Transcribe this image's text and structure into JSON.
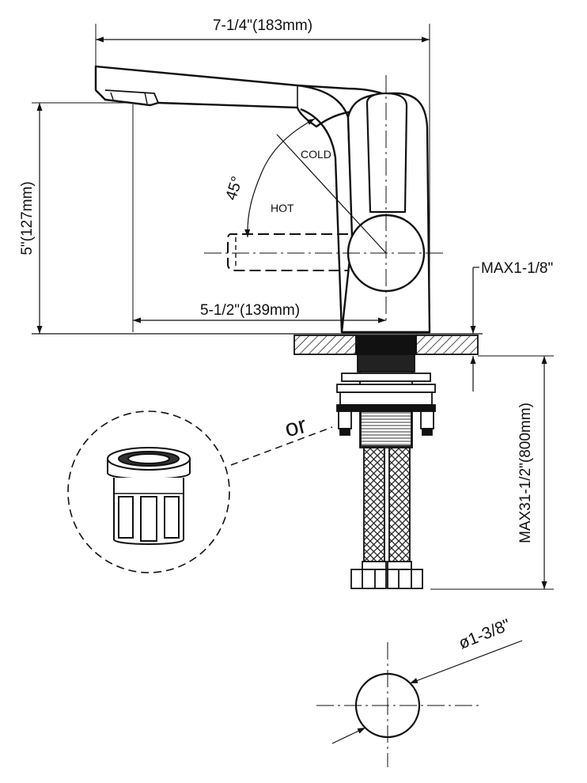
{
  "dimensions": {
    "overall_width": "7-1/4\"(183mm)",
    "height": "5\"(127mm)",
    "reach": "5-1/2\"(139mm)",
    "deck_thickness": "MAX1-1/8\"",
    "hose_length": "MAX31-1/2\"(800mm)",
    "hole_diameter": "ø1-3/8\""
  },
  "handle": {
    "angle": "45°",
    "cold_label": "COLD",
    "hot_label": "HOT"
  },
  "alternative_label": "or",
  "colors": {
    "line": "#111111",
    "hatch": "#222222",
    "background": "#ffffff"
  }
}
